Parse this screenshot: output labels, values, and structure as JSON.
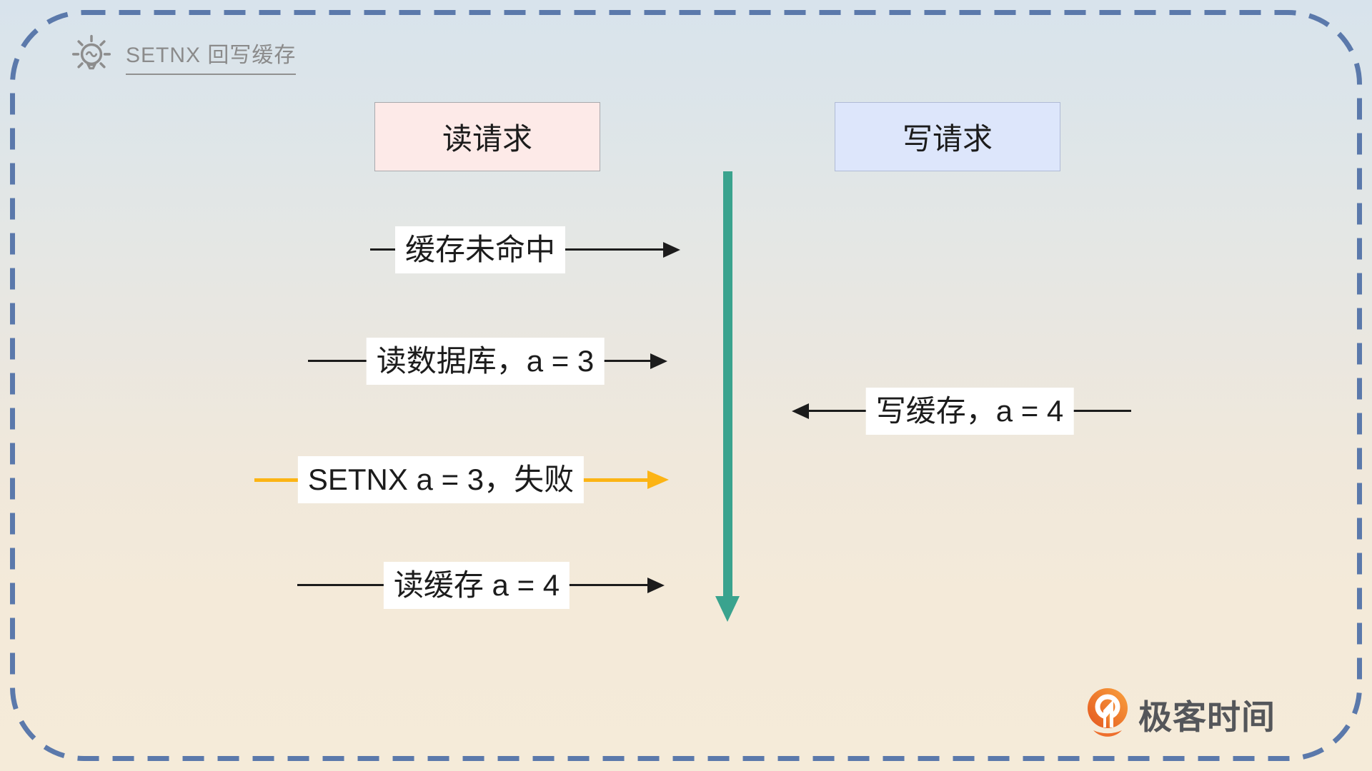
{
  "diagram": {
    "title": "SETNX 回写缓存",
    "columns": {
      "read_header": "读请求",
      "write_header": "写请求"
    },
    "steps": [
      {
        "label": "缓存未命中",
        "actor": "read",
        "direction": "right",
        "arrow_color": "#1c1c1c"
      },
      {
        "label": "读数据库，a = 3",
        "actor": "read",
        "direction": "right",
        "arrow_color": "#1c1c1c"
      },
      {
        "label": "写缓存，a = 4",
        "actor": "write",
        "direction": "left",
        "arrow_color": "#1c1c1c"
      },
      {
        "label": "SETNX a = 3，失败",
        "actor": "read",
        "direction": "right",
        "arrow_color": "#fcb415"
      },
      {
        "label": "读缓存  a = 4",
        "actor": "read",
        "direction": "right",
        "arrow_color": "#1c1c1c"
      }
    ],
    "colors": {
      "timeline_arrow": "#3aa38e",
      "highlight_arrow": "#fcb415",
      "dashed_border": "#5b79ab",
      "read_header_bg": "#fdeae8",
      "write_header_bg": "#dde6fb",
      "background_top": "#d8e3ec",
      "background_bottom": "#f5ebd9"
    },
    "logo": {
      "brand_text": "极客时间"
    }
  }
}
